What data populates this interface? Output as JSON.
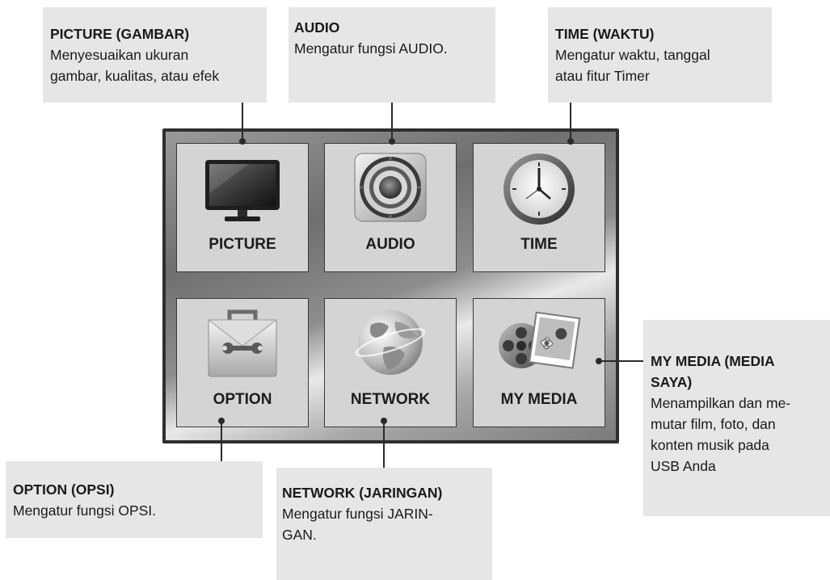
{
  "callouts": {
    "picture": {
      "title": "PICTURE (GAMBAR)",
      "desc": "Menyesuaikan ukuran\ngambar, kualitas, atau efek"
    },
    "audio": {
      "title": "AUDIO",
      "desc": "Mengatur fungsi AUDIO."
    },
    "time": {
      "title": "TIME (WAKTU)",
      "desc": "Mengatur waktu, tanggal\natau fitur Timer"
    },
    "mymedia": {
      "title": "MY MEDIA (MEDIA\nSAYA)",
      "desc": "Menampilkan dan me-\nmutar film, foto, dan\nkonten musik pada\nUSB Anda"
    },
    "option": {
      "title": "OPTION (OPSI)",
      "desc": "Mengatur fungsi OPSI."
    },
    "network": {
      "title": "NETWORK (JARINGAN)",
      "desc": "Mengatur fungsi JARIN-\nGAN."
    }
  },
  "tiles": {
    "picture": {
      "label": "PICTURE",
      "icon": "tv-monitor-icon"
    },
    "audio": {
      "label": "AUDIO",
      "icon": "speaker-icon"
    },
    "time": {
      "label": "TIME",
      "icon": "clock-icon"
    },
    "option": {
      "label": "OPTION",
      "icon": "toolbox-icon"
    },
    "network": {
      "label": "NETWORK",
      "icon": "globe-icon"
    },
    "mymedia": {
      "label": "MY MEDIA",
      "icon": "media-film-photo-icon"
    }
  },
  "colors": {
    "callout_bg": "#e6e6e6",
    "tile_bg": "#d4d4d4",
    "frame_border": "#2e2e2e",
    "connector": "#2a2a2a"
  }
}
